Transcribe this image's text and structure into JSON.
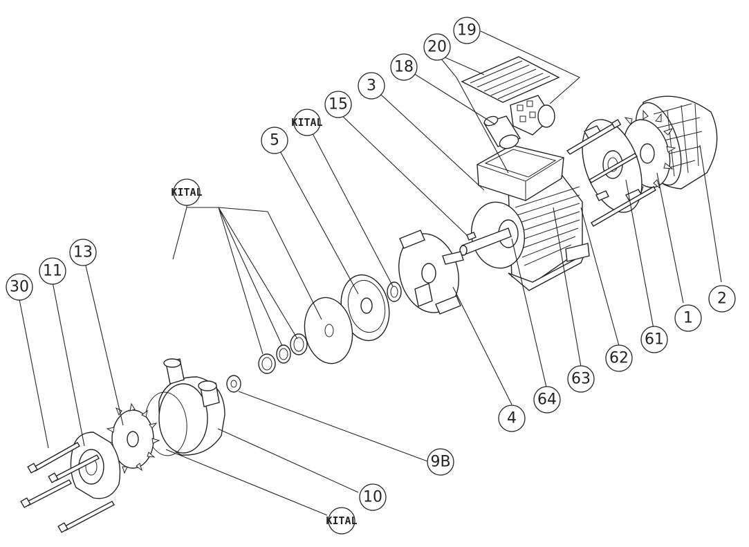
{
  "callouts": {
    "c1": "1",
    "c2": "2",
    "c3": "3",
    "c4": "4",
    "c5": "5",
    "c9b": "9B",
    "c10": "10",
    "c11": "11",
    "c13": "13",
    "c15": "15",
    "c18": "18",
    "c19": "19",
    "c20": "20",
    "c30": "30",
    "c61": "61",
    "c62": "62",
    "c63": "63",
    "c64": "64"
  },
  "kital_labels": {
    "k1": "KITAL",
    "k2": "KITAL",
    "k3": "KITAL"
  },
  "line_color": "#222222",
  "background": "#ffffff"
}
